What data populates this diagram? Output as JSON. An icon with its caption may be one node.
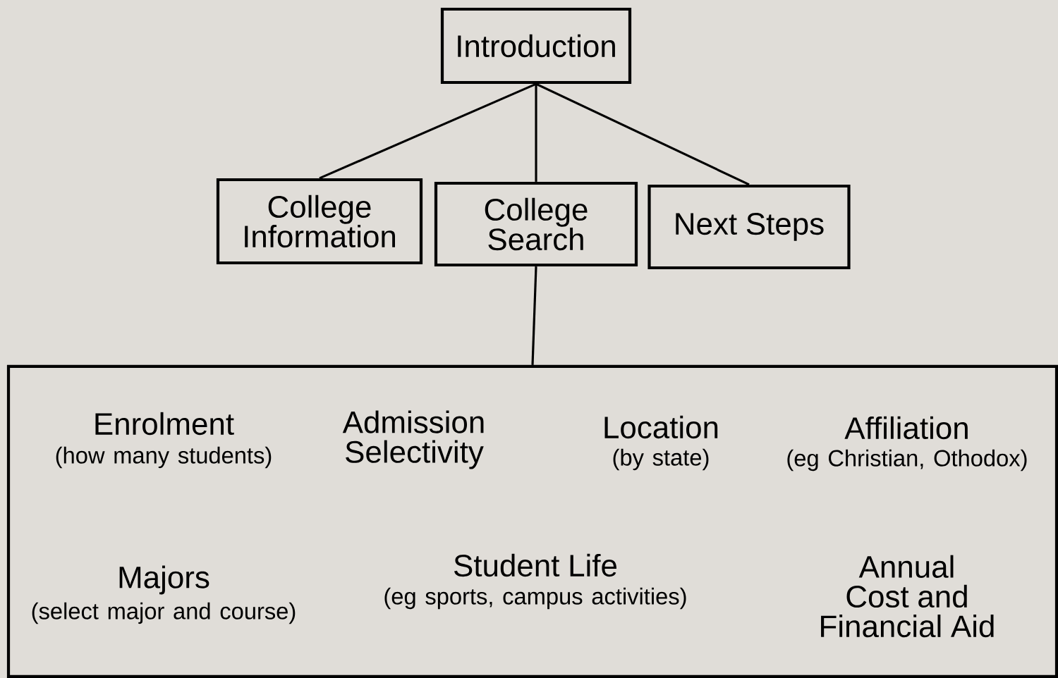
{
  "diagram": {
    "nodes": [
      {
        "text": [
          "Introduction"
        ]
      },
      {
        "text": [
          "College Information"
        ]
      },
      {
        "text": [
          "College Search"
        ]
      },
      {
        "text": [
          "Next Steps"
        ]
      },
      {
        "text": [
          "Enrolment",
          "(how many students)",
          "Admission Selectivity",
          "Location",
          "(by state)",
          "Affiliation",
          "(eg Christian, Othodox)",
          "Majors",
          "(select major and course)",
          "Student Life",
          "(eg sports, campus activities)",
          "Annual Cost and Financial Aid"
        ]
      }
    ],
    "edges": [
      {
        "from": 0,
        "to": 1,
        "arrow": "none"
      },
      {
        "from": 0,
        "to": 2,
        "arrow": "none"
      },
      {
        "from": 0,
        "to": 3,
        "arrow": "none"
      },
      {
        "from": 2,
        "to": 4,
        "arrow": "none"
      }
    ]
  }
}
